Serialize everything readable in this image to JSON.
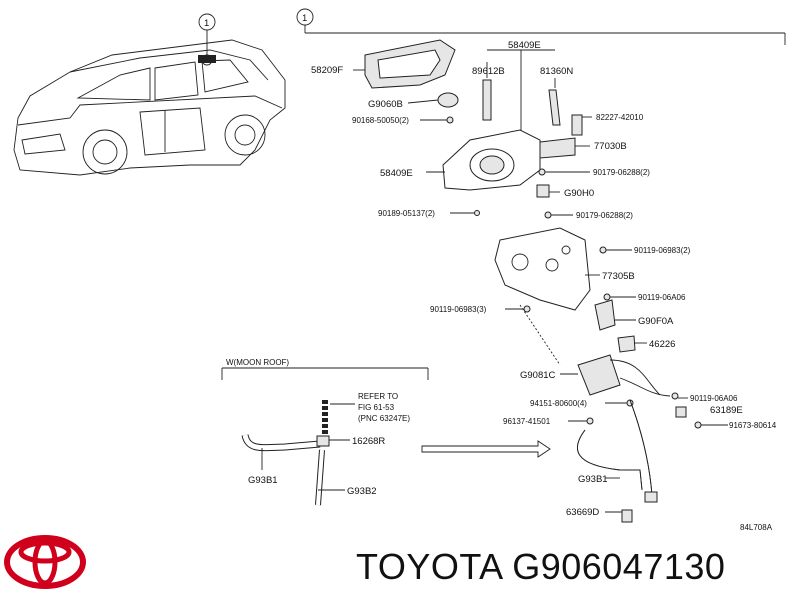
{
  "callout_number": "1",
  "parts": {
    "p58409E_top": "58409E",
    "p58209F": "58209F",
    "p89612B": "89612B",
    "p81360N": "81360N",
    "pG9060B": "G9060B",
    "p82227": "82227-42010",
    "p90168": "90168-50050(2)",
    "p77030B": "77030B",
    "p58409E": "58409E",
    "p90179a": "90179-06288(2)",
    "pG90H0": "G90H0",
    "p90189": "90189-05137(2)",
    "p90179b": "90179-06288(2)",
    "p90119a": "90119-06983(2)",
    "p77305B": "77305B",
    "p90119b": "90119-06A06",
    "p90119c": "90119-06983(3)",
    "pG90F0A": "G90F0A",
    "p46226": "46226",
    "pG9081C": "G9081C",
    "p90119d": "90119-06A06",
    "p94151": "94151-80600(4)",
    "p63189E": "63189E",
    "p96137": "96137-41501",
    "p91673": "91673-80614",
    "pG93B1": "G93B1",
    "p63669D": "63669D"
  },
  "inset": {
    "title": "W(MOON ROOF)",
    "refer_line1": "REFER TO",
    "refer_line2": "FIG 61-53",
    "refer_line3": "(PNC 63247E)",
    "p16268R": "16268R",
    "pG93B1": "G93B1",
    "pG93B2": "G93B2"
  },
  "diagram_code": "84L708A",
  "brand": "TOYOTA",
  "part_number": "G906047130"
}
